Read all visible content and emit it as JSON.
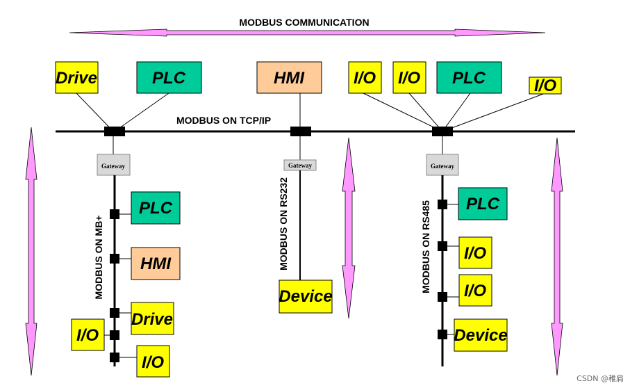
{
  "title": "MODBUS COMMUNICATION",
  "tcp_label": "MODBUS ON TCP/IP",
  "bus_labels": {
    "mbplus": "MODBUS ON MB+",
    "rs232": "MODBUS ON RS232",
    "rs485": "MODBUS ON RS485"
  },
  "gateway_label": "Gateway",
  "top_devices": {
    "drive": "Drive",
    "plc_left": "PLC",
    "hmi": "HMI",
    "io_1": "I/O",
    "io_2": "I/O",
    "plc_right": "PLC",
    "io_3": "I/O"
  },
  "mbplus_devices": {
    "plc": "PLC",
    "hmi": "HMI",
    "drive": "Drive",
    "io_left": "I/O",
    "io_right": "I/O"
  },
  "rs232_devices": {
    "device": "Device"
  },
  "rs485_devices": {
    "plc": "PLC",
    "io_1": "I/O",
    "io_2": "I/O",
    "device": "Device"
  },
  "watermark": "CSDN @稚肩",
  "colors": {
    "yellow": "#ffff00",
    "green": "#00cc99",
    "peach": "#ffcc99",
    "gateway": "#d9d9d9",
    "arrow": "#ff99ff"
  }
}
